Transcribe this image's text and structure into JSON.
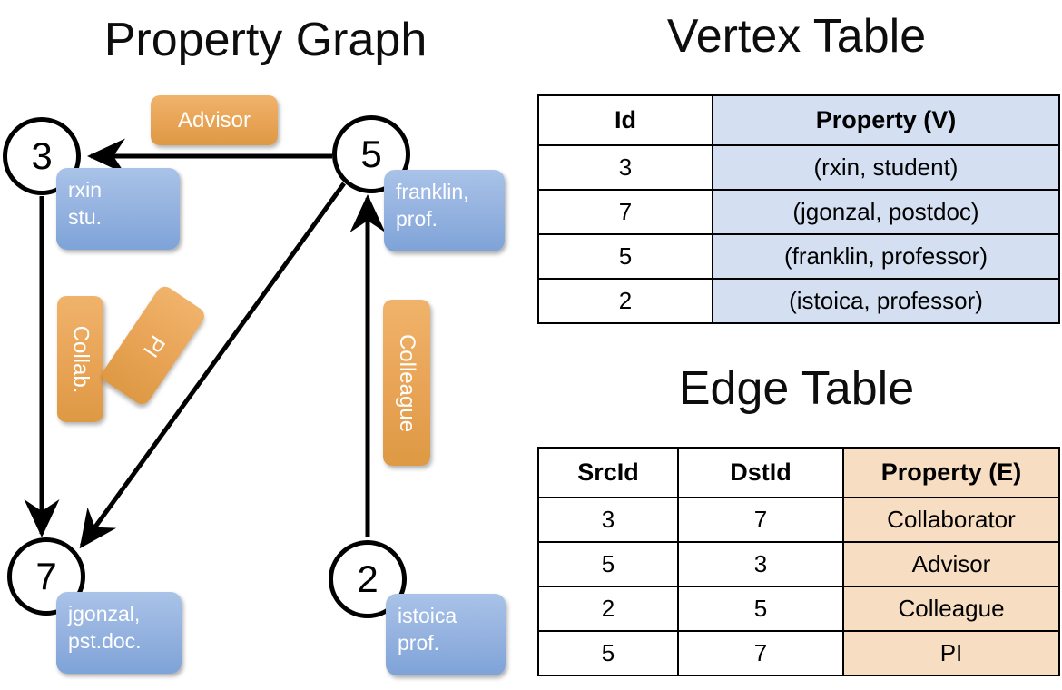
{
  "titles": {
    "property_graph": "Property Graph",
    "vertex_table": "Vertex Table",
    "edge_table": "Edge Table"
  },
  "graph": {
    "nodes": [
      {
        "id": "3",
        "property": "rxin\nstu.",
        "line1": "rxin",
        "line2": "stu."
      },
      {
        "id": "5",
        "property": "franklin,\nprof.",
        "line1": "franklin,",
        "line2": "prof."
      },
      {
        "id": "7",
        "property": "jgonzal,\npst.doc.",
        "line1": "jgonzal,",
        "line2": "pst.doc."
      },
      {
        "id": "2",
        "property": "istoica\nprof.",
        "line1": "istoica",
        "line2": "prof."
      }
    ],
    "edge_labels": [
      {
        "name": "advisor",
        "text": "Advisor"
      },
      {
        "name": "collab",
        "text": "Collab."
      },
      {
        "name": "pi",
        "text": "PI"
      },
      {
        "name": "colleague",
        "text": "Colleague"
      }
    ],
    "colors": {
      "vertex_box": "#96b3e0",
      "edge_label_box": "#e8a355",
      "node_stroke": "#000000",
      "arrow": "#000000"
    }
  },
  "vertex_table": {
    "headers": {
      "id": "Id",
      "property": "Property (V)"
    },
    "rows": [
      {
        "id": "3",
        "property": "(rxin, student)"
      },
      {
        "id": "7",
        "property": "(jgonzal, postdoc)"
      },
      {
        "id": "5",
        "property": "(franklin, professor)"
      },
      {
        "id": "2",
        "property": "(istoica, professor)"
      }
    ],
    "header_fill": "#d4e0f2"
  },
  "edge_table": {
    "headers": {
      "src": "SrcId",
      "dst": "DstId",
      "property": "Property (E)"
    },
    "rows": [
      {
        "src": "3",
        "dst": "7",
        "property": "Collaborator"
      },
      {
        "src": "5",
        "dst": "3",
        "property": "Advisor"
      },
      {
        "src": "2",
        "dst": "5",
        "property": "Colleague"
      },
      {
        "src": "5",
        "dst": "7",
        "property": "PI"
      }
    ],
    "header_fill": "#f7ddc1"
  }
}
